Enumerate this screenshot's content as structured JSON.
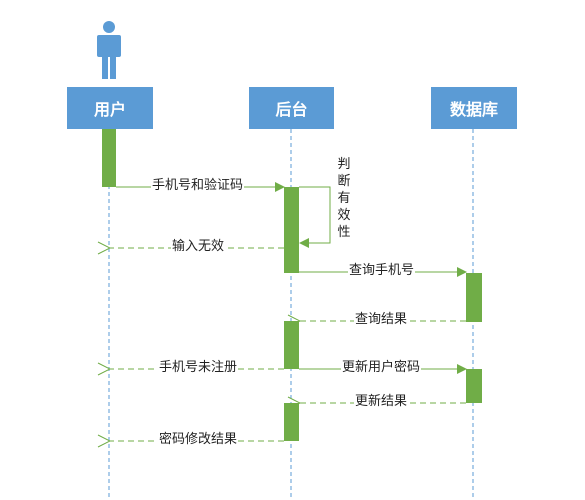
{
  "participants": {
    "user": "用户",
    "backend": "后台",
    "database": "数据库"
  },
  "note": "判断有效性",
  "messages": {
    "m1": "手机号和验证码",
    "m2": "输入无效",
    "m3": "查询手机号",
    "m4": "查询结果",
    "m5": "手机号未注册",
    "m6": "更新用户密码",
    "m7": "更新结果",
    "m8": "密码修改结果"
  },
  "colors": {
    "participant": "#5b9bd5",
    "activation": "#70ad47",
    "lifeline": "#5b9bd5",
    "arrow": "#70ad47",
    "actor": "#5b9bd5"
  },
  "actor_icon": "person-icon"
}
